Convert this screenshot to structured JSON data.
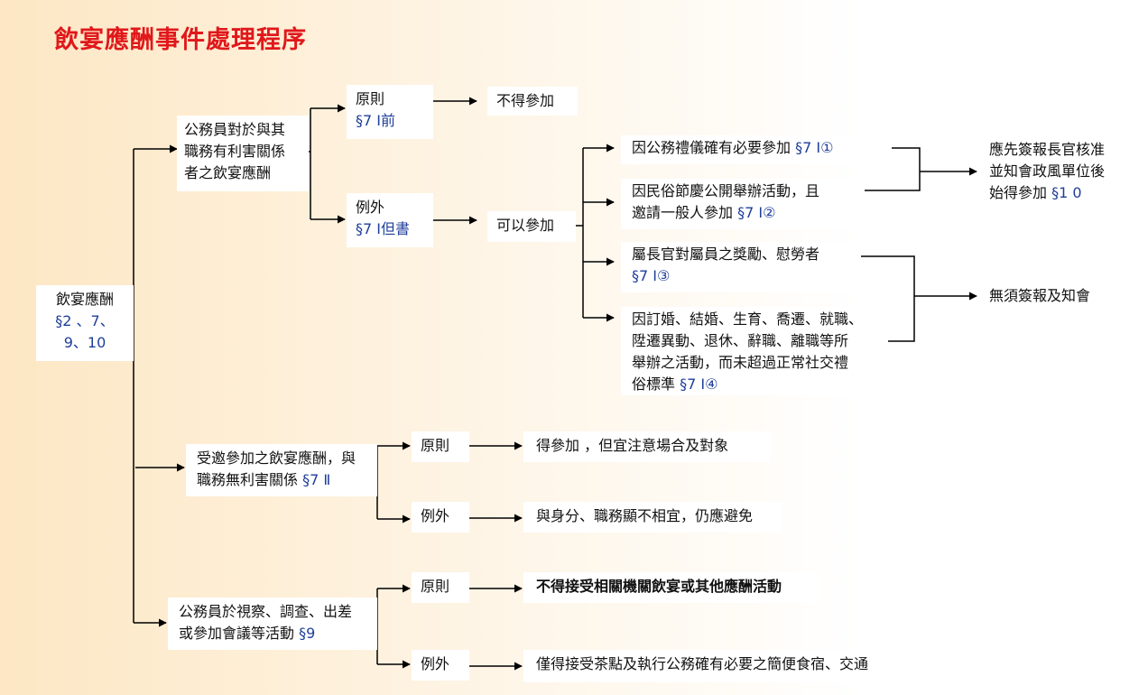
{
  "title": "飲宴應酬事件處理程序",
  "colors": {
    "title": "#e0181b",
    "ref": "#1f3e9a",
    "line": "#000000"
  },
  "root": {
    "label": "飲宴應酬",
    "ref_1": "§2 、7、",
    "ref_2": "9、10"
  },
  "branch1": {
    "label_1": "公務員對於與其",
    "label_2": "職務有利害關係",
    "label_3": "者之飲宴應酬",
    "principle": {
      "label": "原則",
      "ref": "§7 Ⅰ前",
      "result": "不得參加"
    },
    "exception": {
      "label": "例外",
      "ref": "§7 Ⅰ但書",
      "result": "可以參加",
      "cases": [
        {
          "lines": [
            "因公務禮儀確有必要參加"
          ],
          "ref": "§7 Ⅰ①"
        },
        {
          "lines": [
            "因民俗節慶公開舉辦活動，且",
            "邀請一般人參加"
          ],
          "ref": "§7 Ⅰ②"
        },
        {
          "lines": [
            "屬長官對屬員之獎勵、慰勞者"
          ],
          "ref": "§7 Ⅰ③"
        },
        {
          "lines": [
            "因訂婚、結婚、生育、喬遷、就職、",
            "陞遷異動、退休、辭職、離職等所",
            "舉辦之活動，而未超過正常社交禮",
            "俗標準"
          ],
          "ref": "§7 Ⅰ④"
        }
      ],
      "outcome_report": {
        "line_1": "應先簽報長官核准",
        "line_2": "並知會政風單位後",
        "line_3": "始得參加",
        "ref": "§1 0"
      },
      "outcome_none": "無須簽報及知會"
    }
  },
  "branch2": {
    "label_1": "受邀參加之飲宴應酬，與",
    "label_2": "職務無利害關係",
    "ref": "§7 Ⅱ",
    "principle": {
      "label": "原則",
      "result": "得參加 ，但宜注意場合及對象"
    },
    "exception": {
      "label": "例外",
      "result": "與身分、職務顯不相宜，仍應避免"
    }
  },
  "branch3": {
    "label_1": "公務員於視察、調查、出差",
    "label_2": "或參加會議等活動",
    "ref": "§9",
    "principle": {
      "label": "原則",
      "result": "不得接受相關機關飲宴或其他應酬活動"
    },
    "exception": {
      "label": "例外",
      "result": "僅得接受茶點及執行公務確有必要之簡便食宿、交通"
    }
  }
}
